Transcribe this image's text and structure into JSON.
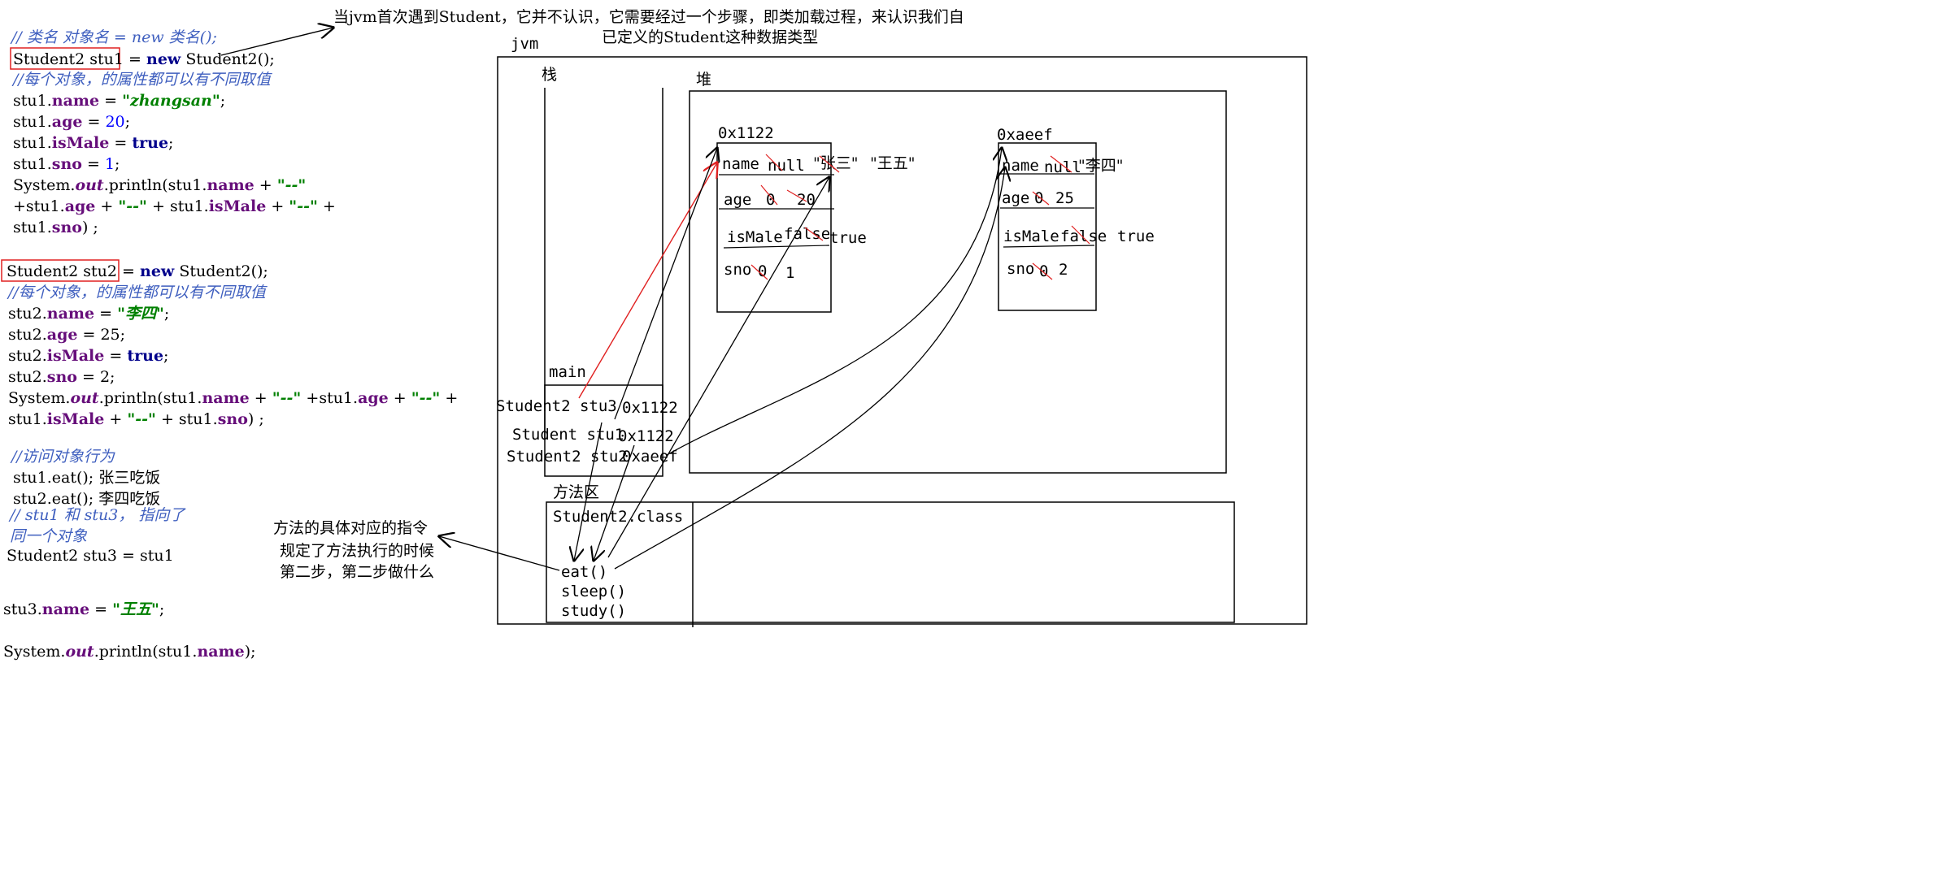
{
  "code": {
    "comment_syntax": "// 类名  对象名 = new 类名();",
    "stu1_decl": "Student2 stu1",
    "kw_new": "new",
    "ctor_stu1": " Student2();",
    "comment_attrs": "//每个对象，的属性都可以有不同取值",
    "stu1": "stu1",
    "stu2": "stu2",
    "stu3": "stu3",
    "f_name": "name",
    "f_age": "age",
    "f_isMale": "isMale",
    "f_sno": "sno",
    "kw_true": "true",
    "s_zhangsan": "\"zhangsan\"",
    "n_20": "20",
    "n_1": "1",
    "sys": "System.",
    "out": "out",
    "println": ".println(",
    "s_sep": "\"--\"",
    "stu2_decl": "Student2 stu2",
    "ctor_stu2": " Student2();",
    "s_lisi": "\"李四\"",
    "n_25": "25",
    "n_2": "2",
    "comment_behavior": "//访问对象行为",
    "eat_call": ".eat();",
    "eat_out1": "张三吃饭",
    "eat_out2": "李四吃饭",
    "comment_same1": "// stu1 和 stu3， 指向了",
    "comment_same2": "同一个对象",
    "stu3_assign": "Student2 stu3 =  stu1",
    "s_wangwu": "\"王五\""
  },
  "notes": {
    "jvm_first_line1": "当jvm首次遇到Student，它并不认识，它需要经过一个步骤，即类加载过程，来认识我们自",
    "jvm_first_line2": "已定义的Student这种数据类型",
    "method_note1": "方法的具体对应的指令",
    "method_note2": "规定了方法执行的时候",
    "method_note3": "第二步，第二步做什么"
  },
  "jvm": {
    "label": "jvm",
    "stack_label": "栈",
    "heap_label": "堆",
    "method_area_label": "方法区",
    "main_frame": "main",
    "var_stu3": "Student2 stu3",
    "var_stu3_addr": "0x1122",
    "var_stu1": "Student stu1",
    "var_stu1_addr": "0x1122",
    "var_stu2": "Student2 stu2",
    "var_stu2_addr": "0xaeef",
    "class_name": "Student2.class",
    "methods": [
      "eat()",
      "sleep()",
      "study()"
    ]
  },
  "heap_objects": [
    {
      "address": "0x1122",
      "fields": [
        {
          "name": "name",
          "values": [
            "null",
            "\"张三\"",
            "\"王五\""
          ]
        },
        {
          "name": "age",
          "values": [
            "0",
            "20"
          ]
        },
        {
          "name": "isMale",
          "values": [
            "false",
            "true"
          ]
        },
        {
          "name": "sno",
          "values": [
            "0",
            "1"
          ]
        }
      ]
    },
    {
      "address": "0xaeef",
      "fields": [
        {
          "name": "name",
          "values": [
            "null",
            "\"李四\""
          ]
        },
        {
          "name": "age",
          "values": [
            "0",
            "25"
          ]
        },
        {
          "name": "isMale",
          "values": [
            "false",
            "true"
          ]
        },
        {
          "name": "sno",
          "values": [
            "0",
            "2"
          ]
        }
      ]
    }
  ]
}
